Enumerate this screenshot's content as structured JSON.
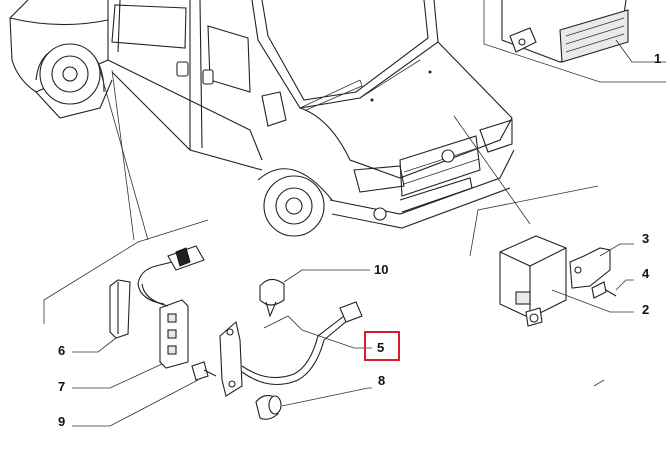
{
  "callouts": {
    "c1": "1",
    "c2": "2",
    "c3": "3",
    "c4": "4",
    "c5": "5",
    "c6": "6",
    "c7": "7",
    "c8": "8",
    "c9": "9",
    "c10": "10"
  },
  "highlight": {
    "label": "5",
    "color": "#d81d2a"
  },
  "style": {
    "line_color": "#222222",
    "background": "#ffffff"
  }
}
